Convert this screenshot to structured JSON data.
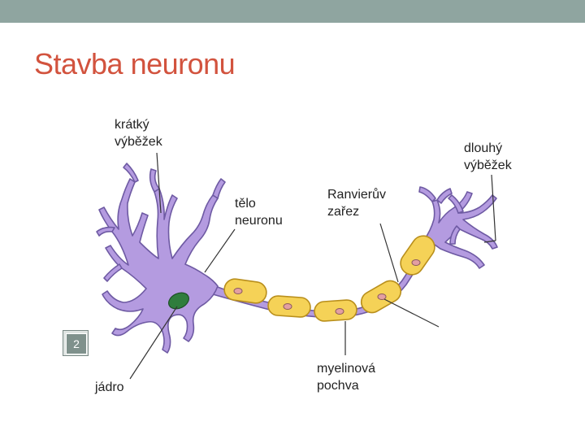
{
  "slide": {
    "title": "Stavba neuronu",
    "slide_number": "2"
  },
  "labels": {
    "short_process": "krátký\nvýběžek",
    "long_process": "dlouhý\nvýběžek",
    "cell_body": "tělo\nneuronu",
    "node_of_ranvier": "Ranvierův\nzařez",
    "myelin_sheath": "myelinová\npochva",
    "nucleus": "jádro"
  },
  "colors": {
    "top_bar": "#8fa5a0",
    "title": "#d2533e",
    "neuron_body": "#b49be0",
    "neuron_outline": "#6e5aa3",
    "myelin": "#f5d257",
    "myelin_outline": "#b98f1c",
    "myelin_dot": "#e39fa2",
    "nucleus": "#2f7d3d"
  }
}
